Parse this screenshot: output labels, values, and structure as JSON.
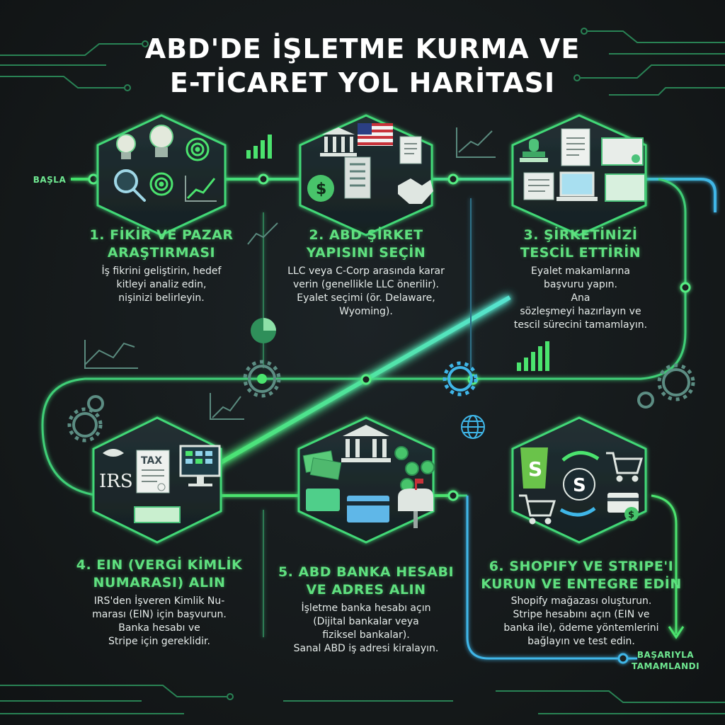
{
  "title": {
    "line1": "ABD'DE İŞLETME KURMA VE",
    "line2": "E-TİCARET YOL HARİTASI"
  },
  "start_label": "BAŞLA",
  "end_label_1": "BAŞARIYLA",
  "end_label_2": "TAMAMLANDI",
  "steps": [
    {
      "title_1": "1. FİKİR VE PAZAR",
      "title_2": "ARAŞTIRMASI",
      "desc": "İş fikrini geliştirin, hedef\nkitleyi analiz edin,\nnişinizi belirleyin."
    },
    {
      "title_1": "2. ABD ŞİRKET",
      "title_2": "YAPISINI SEÇİN",
      "desc": "LLC veya C-Corp arasında karar\nverin (genellikle LLC önerilir).\nEyalet seçimi (ör. Delaware,\nWyoming)."
    },
    {
      "title_1": "3. ŞİRKETİNİZİ",
      "title_2": "TESCİL ETTİRİN",
      "desc": "Eyalet makamlarına\nbaşvuru yapın.\nAna\nsözleşmeyi hazırlayın ve\ntescil sürecini tamamlayın."
    },
    {
      "title_1": "4. EIN (VERGİ KİMLİK",
      "title_2": "NUMARASI) ALIN",
      "desc": "IRS'den İşveren Kimlik Nu-\nmarası (EIN) için başvurun.\nBanka hesabı ve\nStripe için gereklidir."
    },
    {
      "title_1": "5. ABD BANKA HESABI",
      "title_2": "VE ADRES ALIN",
      "desc": "İşletme banka hesabı açın\n(Dijital bankalar veya\nfiziksel bankalar).\nSanal ABD iş adresi kiralayın."
    },
    {
      "title_1": "6. SHOPIFY VE STRIPE'I",
      "title_2": "KURUN VE ENTEGRE EDİN",
      "desc": "Shopify mağazası oluşturun.\nStripe hesabını açın (EIN ve\nbanka ile), ödeme yöntemlerini\nbağlayın ve test edin."
    }
  ],
  "icon_text": {
    "irs": "IRS",
    "tax": "TAX",
    "dollar": "$",
    "shopify": "S",
    "stripe": "S"
  },
  "colors": {
    "background": "#15191b",
    "neon_green": "#4be36e",
    "neon_blue": "#3fb6e8",
    "title_green": "#5fe07f",
    "hex_fill": "#1d2a2c",
    "hex_stroke": "#3fd477"
  },
  "icons": [
    "lightbulb-icon",
    "target-icon",
    "magnifier-icon",
    "chart-icon",
    "bank-icon",
    "us-flag-icon",
    "document-icon",
    "money-bag-icon",
    "office-building-icon",
    "handshake-icon",
    "stamp-icon",
    "contract-icon",
    "certificate-icon",
    "laptop-icon",
    "irs-logo-icon",
    "tax-form-icon",
    "calculator-icon",
    "computer-icon",
    "cash-icon",
    "credit-card-icon",
    "coin-icon",
    "mailbox-icon",
    "shopify-icon",
    "stripe-icon",
    "shopping-cart-icon",
    "gear-icon",
    "globe-icon",
    "pie-chart-icon"
  ]
}
